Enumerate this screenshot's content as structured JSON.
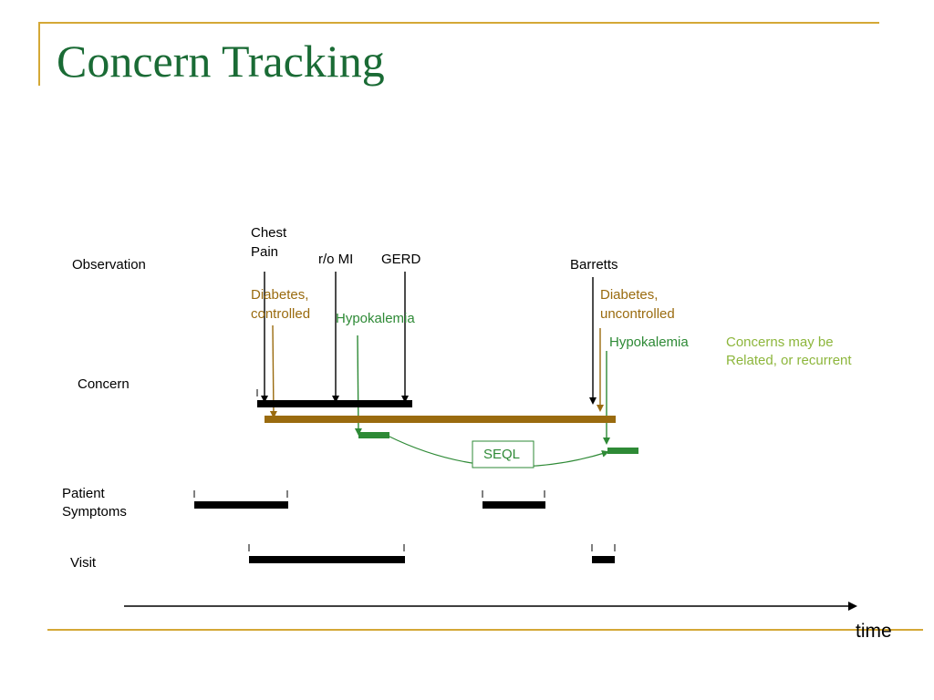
{
  "slide": {
    "title": "Concern Tracking"
  },
  "rows": {
    "observation": "Observation",
    "concern": "Concern",
    "patient_symptoms": [
      "Patient",
      "Symptoms"
    ],
    "visit": "Visit"
  },
  "observations": {
    "chest_pain": [
      "Chest",
      "Pain"
    ],
    "ro_mi": "r/o MI",
    "gerd": "GERD",
    "barretts": "Barretts"
  },
  "concern_labels": {
    "diabetes_controlled": [
      "Diabetes,",
      "controlled"
    ],
    "hypokalemia_1": "Hypokalemia",
    "diabetes_uncontrolled": [
      "Diabetes,",
      "uncontrolled"
    ],
    "hypokalemia_2": "Hypokalemia",
    "note": [
      "Concerns may be",
      "Related, or recurrent"
    ],
    "seql": "SEQL"
  },
  "axis": {
    "label": "time"
  },
  "colors": {
    "title": "#1a6b35",
    "rule": "#d4a836",
    "black": "#000000",
    "diabetes": "#9a6b0f",
    "hypokalemia": "#2e8a36",
    "note": "#8db63c"
  }
}
